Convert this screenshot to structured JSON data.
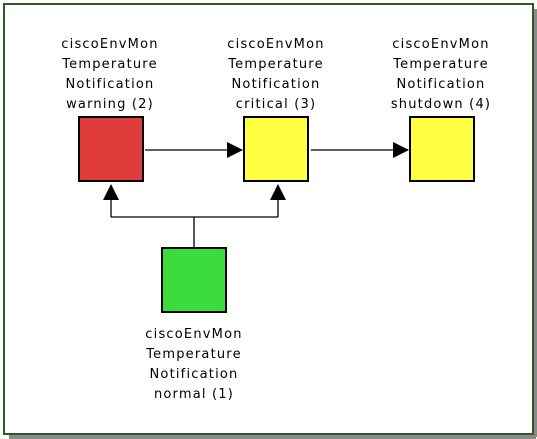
{
  "nodes": {
    "warning": {
      "lines": [
        "ciscoEnvMon",
        "Temperature",
        "Notification",
        "warning (2)"
      ],
      "color": "#e03c3c"
    },
    "critical": {
      "lines": [
        "ciscoEnvMon",
        "Temperature",
        "Notification",
        "critical (3)"
      ],
      "color": "#ffff44"
    },
    "shutdown": {
      "lines": [
        "ciscoEnvMon",
        "Temperature",
        "Notification",
        "shutdown (4)"
      ],
      "color": "#ffff44"
    },
    "normal": {
      "lines": [
        "ciscoEnvMon",
        "Temperature",
        "Notification",
        "normal (1)"
      ],
      "color": "#3ddc3d"
    }
  },
  "edges": [
    {
      "from": "warning",
      "to": "critical"
    },
    {
      "from": "critical",
      "to": "shutdown"
    },
    {
      "from": "normal",
      "to": "warning"
    },
    {
      "from": "normal",
      "to": "critical"
    }
  ]
}
